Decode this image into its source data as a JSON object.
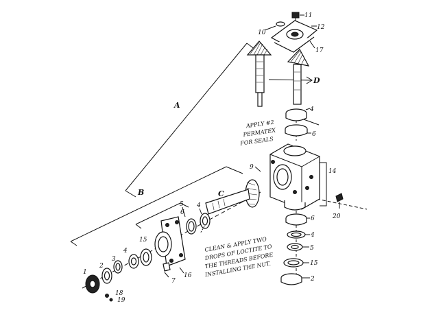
{
  "diagram": {
    "group_labels": {
      "A": "A",
      "B": "B",
      "C": "C",
      "D": "D"
    },
    "part_numbers": {
      "n1": "1",
      "n2": "2",
      "n3": "3",
      "n4a": "4",
      "n4b": "4",
      "n4c": "4",
      "n5a": "5",
      "n5b": "5",
      "n6a": "6",
      "n6b": "6",
      "n6c": "6",
      "n7": "7",
      "n9": "9",
      "n10": "10",
      "n11": "11",
      "n12": "12",
      "n14": "14",
      "n15": "15",
      "n16": "16",
      "n17": "17",
      "n18": "18",
      "n19": "19",
      "n20": "20",
      "n2r": "2"
    },
    "notes": {
      "seal_1": "APPLY #2",
      "seal_2": "PERMATEX",
      "seal_3": "FOR SEALS",
      "clean_1": "CLEAN & APPLY TWO",
      "clean_2": "DROPS OF LOCTITE TO",
      "clean_3": "THE THREADS BEFORE",
      "clean_4": "INSTALLING THE NUT."
    }
  }
}
